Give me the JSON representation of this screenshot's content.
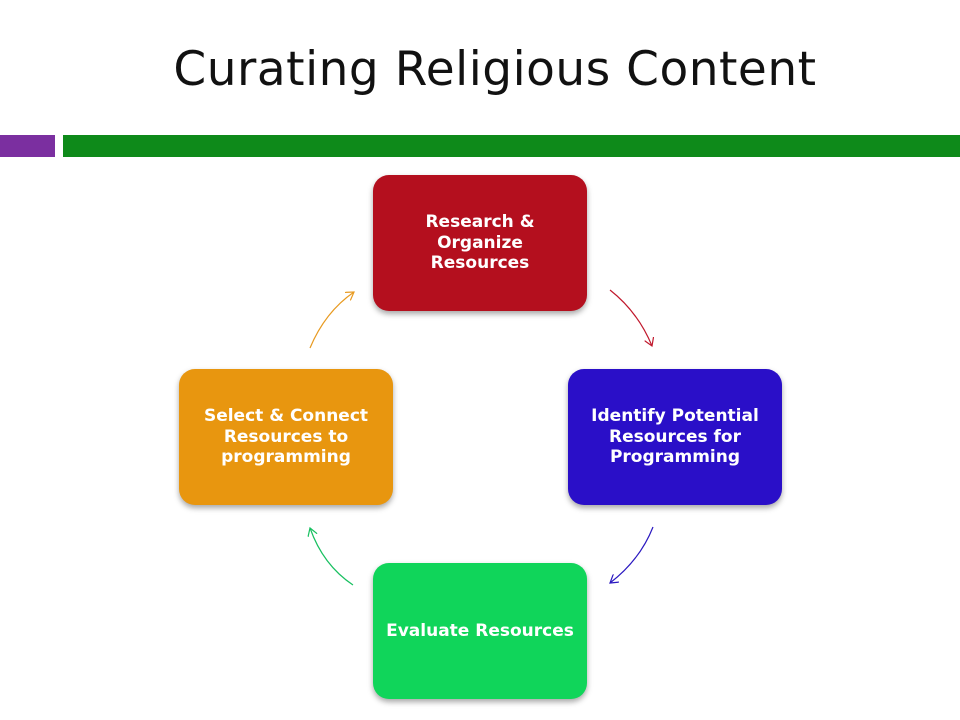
{
  "title": "Curating Religious Content",
  "colors": {
    "accent_purple": "#7b2fa0",
    "accent_green": "#0e8a1a",
    "node_research": "#b40f1e",
    "node_identify": "#2a0fc8",
    "node_evaluate": "#10d55a",
    "node_select": "#e8960f"
  },
  "cycle": {
    "nodes": [
      {
        "label": "Research & Organize Resources"
      },
      {
        "label": "Identify Potential Resources for Programming"
      },
      {
        "label": "Evaluate Resources"
      },
      {
        "label": "Select & Connect Resources to programming"
      }
    ]
  }
}
